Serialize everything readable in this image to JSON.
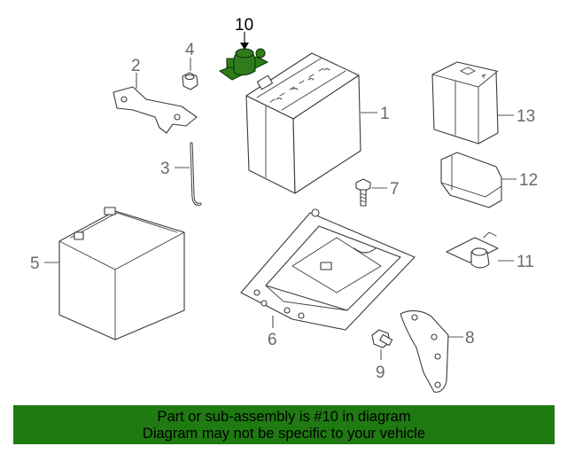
{
  "callouts": {
    "c1": "1",
    "c2": "2",
    "c3": "3",
    "c4": "4",
    "c5": "5",
    "c6": "6",
    "c7": "7",
    "c8": "8",
    "c9": "9",
    "c10": "10",
    "c11": "11",
    "c12": "12",
    "c13": "13"
  },
  "highlighted_part": "10",
  "banner": {
    "line1": "Part or sub-assembly is #10 in diagram",
    "line2": "Diagram may not be specific to your vehicle"
  },
  "colors": {
    "highlight": "#2e7d1a",
    "banner_background": "#1f7a12",
    "line": "#3a3a3a"
  }
}
